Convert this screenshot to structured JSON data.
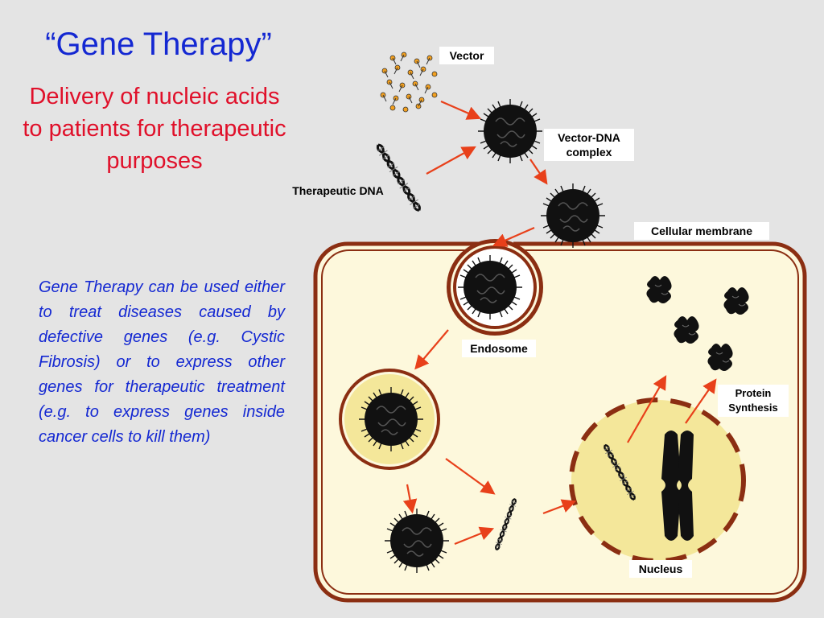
{
  "title": "“Gene Therapy”",
  "subtitle": "Delivery of nucleic acids to patients for therapeutic purposes",
  "description": "Gene Therapy can be used either to treat diseases caused by defective genes (e.g. Cystic Fibrosis) or to express other genes for therapeutic treatment (e.g. to express genes inside cancer cells to kill them)",
  "labels": {
    "vector": "Vector",
    "vector_dna_complex": "Vector-DNA complex",
    "therapeutic_dna": "Therapeutic DNA",
    "cellular_membrane": "Cellular membrane",
    "endosome": "Endosome",
    "protein_synthesis": "Protein Synthesis",
    "nucleus": "Nucleus"
  },
  "colors": {
    "title": "#1428d2",
    "subtitle": "#e0102a",
    "membrane": "#8b2e12",
    "cytoplasm": "#fdf8dc",
    "arrow": "#e8401a"
  }
}
